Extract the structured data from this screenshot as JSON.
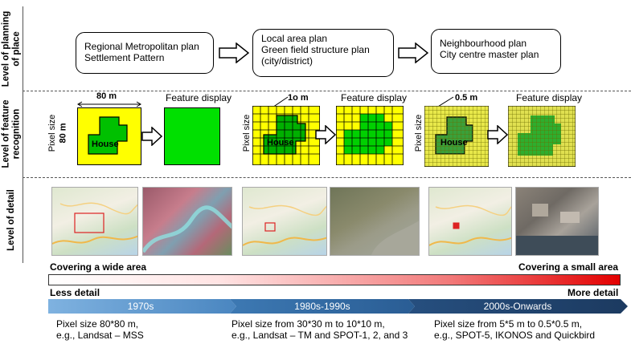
{
  "row_labels": {
    "planning": [
      "Level of planning",
      "of place"
    ],
    "feature": [
      "Level of feature",
      "recognition"
    ],
    "detail": "Level of detail"
  },
  "plans": [
    {
      "lines": [
        "Regional Metropolitan plan",
        "Settlement Pattern"
      ]
    },
    {
      "lines": [
        "Local area plan",
        "Green field structure plan",
        "(city/district)"
      ]
    },
    {
      "lines": [
        "Neighbourhood plan",
        "City centre master plan"
      ]
    }
  ],
  "features": [
    {
      "size_label": "80 m",
      "side_label": "80 m",
      "pixel_label": "Pixel size",
      "house": "House",
      "display": "Feature display"
    },
    {
      "size_label": "1o m",
      "pixel_label": "Pixel size",
      "house": "House",
      "display": "Feature display"
    },
    {
      "size_label": "0.5 m",
      "pixel_label": "Pixel size",
      "house": "House",
      "display": "Feature display"
    }
  ],
  "coverage": {
    "left": "Covering a wide area",
    "right": "Covering a small area"
  },
  "detail": {
    "left": "Less detail",
    "right": "More detail"
  },
  "timeline": [
    "1970s",
    "1980s-1990s",
    "2000s-Onwards"
  ],
  "notes": [
    {
      "lines": [
        "Pixel size 80*80 m,",
        "e.g., Landsat – MSS"
      ]
    },
    {
      "lines": [
        "Pixel size from 30*30 m to 10*10 m,",
        "e.g., Landsat – TM and SPOT-1, 2, and 3"
      ]
    },
    {
      "lines": [
        "Pixel size from 5*5 m to 0.5*0.5 m,",
        "e.g., SPOT-5, IKONOS and Quickbird"
      ]
    }
  ],
  "colors": {
    "yellow": "#ffff00",
    "green": "#00e000",
    "dark_green": "#1a8a1a",
    "timeline_light": "#5a9bd5",
    "timeline_dark": "#1f4e79",
    "gradient_end": "#e30000"
  }
}
